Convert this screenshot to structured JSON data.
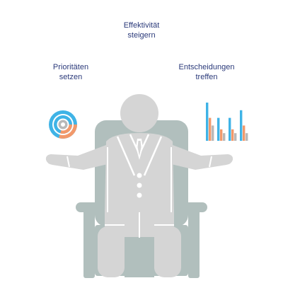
{
  "labels": {
    "top": {
      "line1": "Effektivität",
      "line2": "steigern"
    },
    "left": {
      "line1": "Prioritäten",
      "line2": "setzen"
    },
    "right": {
      "line1": "Entscheidungen",
      "line2": "treffen"
    }
  },
  "icons": {
    "left_hand": "target-chart-icon",
    "right_hand": "bar-chart-icon",
    "center": "businessman-in-armchair-icon"
  },
  "colors": {
    "chair": "#b1bfbd",
    "person": "#d5d5d5",
    "outline": "#ffffff",
    "text": "#2b3a7a",
    "accent_blue": "#3fb3e6",
    "accent_orange": "#f2996b",
    "accent_gray": "#b8b8b8"
  },
  "chart_icon": {
    "series": [
      {
        "color": "#3fb3e6",
        "values": [
          10,
          6,
          6,
          8
        ]
      },
      {
        "color": "#f2996b",
        "values": [
          6,
          3,
          3,
          4
        ]
      },
      {
        "color": "#b8b8b8",
        "values": [
          4,
          2,
          2,
          2
        ]
      }
    ]
  }
}
